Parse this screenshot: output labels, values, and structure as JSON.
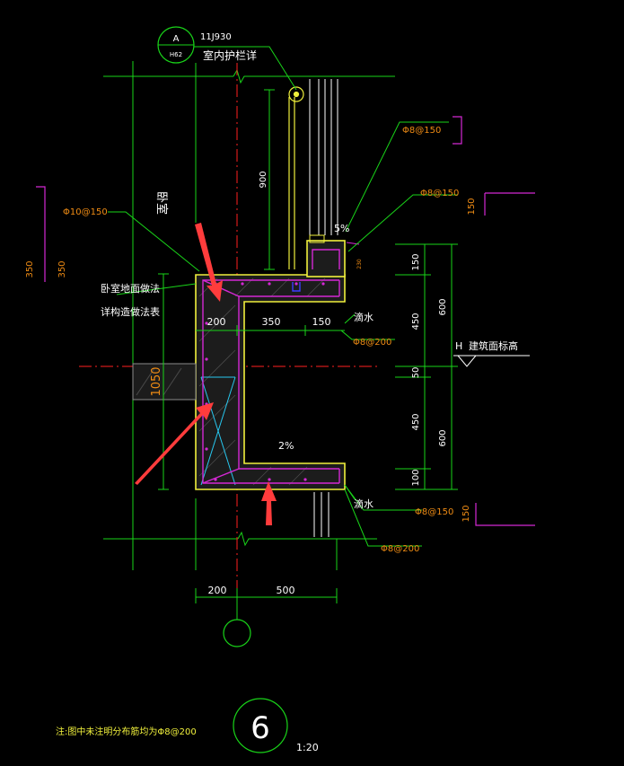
{
  "colors": {
    "background": "#000000",
    "green": "#19d419",
    "yellow": "#f0f03c",
    "white": "#ffffff",
    "magenta": "#d428d4",
    "red": "#ff2020",
    "orange": "#f08c14",
    "cyan": "#28c8f0",
    "grey": "#8c8c8c",
    "arrow": "#ff3c3c",
    "blue": "#3c3cff"
  },
  "callout": {
    "bubble_top": "A",
    "bubble_bottom": "H62",
    "code": "11J930",
    "text": "室内护栏详"
  },
  "room_label": "卧室",
  "left_notes": {
    "floor_method": "卧室地面做法",
    "construction_table": "详构造做法表"
  },
  "rebar_labels": {
    "top_left": "Φ10@150",
    "top_right_1": "Φ8@150",
    "top_right_2": "Φ8@150",
    "mid_right": "Φ8@200",
    "bottom_right_1": "Φ8@150",
    "bottom_right_2": "Φ8@200"
  },
  "dimensions": {
    "height_900": "900",
    "width_200_top": "200",
    "width_350": "350",
    "width_150": "150",
    "left_350_a": "350",
    "left_350_b": "350",
    "right_150_top": "150",
    "right_450_top": "450",
    "right_50": "50",
    "right_450_bottom": "450",
    "right_100": "100",
    "right_600_top": "600",
    "right_600_bottom": "600",
    "small_150_a": "150",
    "small_150_b": "150",
    "tiny_230": "230",
    "beam_1050": "1050",
    "bottom_200": "200",
    "bottom_500": "500"
  },
  "slopes": {
    "top": "5%",
    "bottom": "2%"
  },
  "drip_labels": {
    "upper": "滴水",
    "lower": "滴水"
  },
  "elevation": {
    "mark": "H",
    "label": "建筑面标高"
  },
  "detail": {
    "number": "6",
    "scale": "1:20"
  },
  "footer_note": "注:图中未注明分布筋均为Φ8@200"
}
